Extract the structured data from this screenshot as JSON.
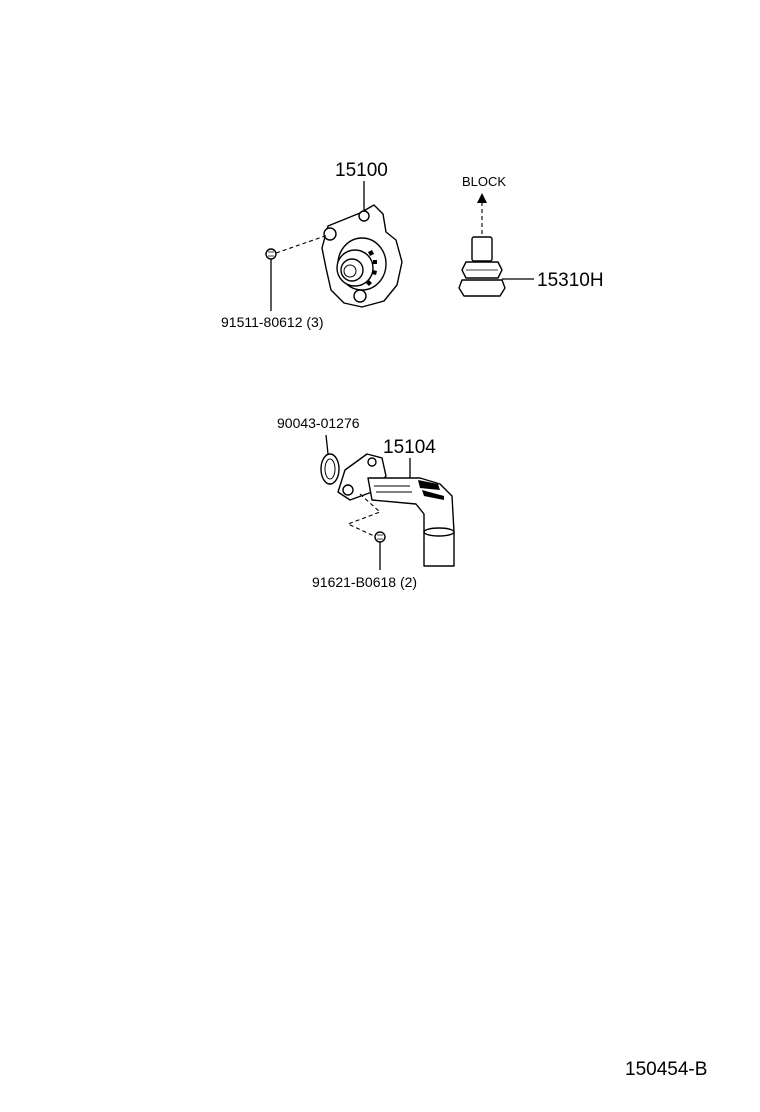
{
  "labels": {
    "water_pump": "15100",
    "block": "BLOCK",
    "oil_pressure_switch": "15310H",
    "pump_bolt": "91511-80612 (3)",
    "o_ring": "90043-01276",
    "oil_pipe": "15104",
    "pipe_bolt": "91621-B0618 (2)",
    "diagram_id": "150454-B"
  }
}
